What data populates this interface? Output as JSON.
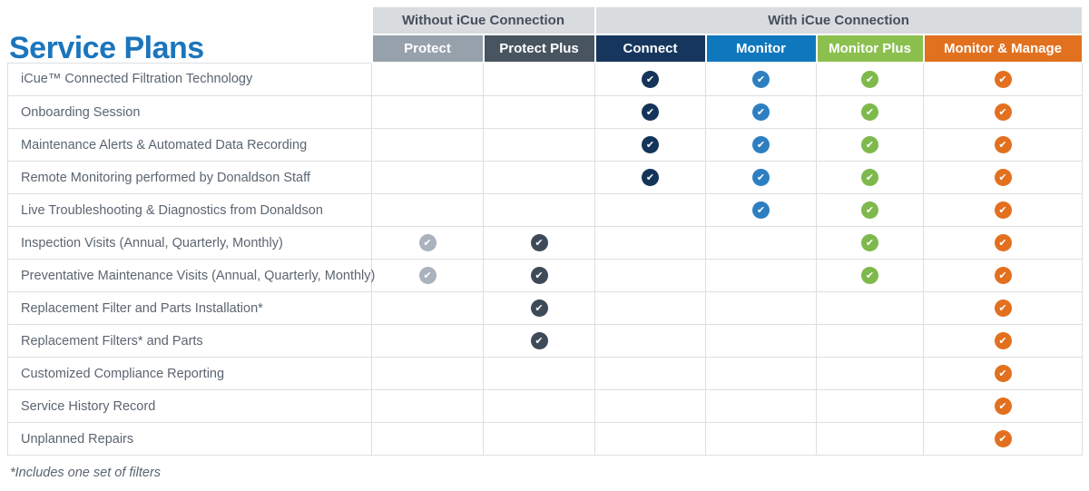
{
  "title": "Service Plans",
  "footnote": "*Includes one set of filters",
  "colors": {
    "title_blue": "#1b75bc",
    "group_header_bg": "#d9dcdf",
    "group_header_text": "#454f5b",
    "row_label_text": "#5b6570",
    "grid_line": "#dcdfe2"
  },
  "icons": {
    "check": "✔"
  },
  "table": {
    "group_headers": [
      {
        "label": "Without iCue Connection",
        "span": 2
      },
      {
        "label": "With iCue Connection",
        "span": 4
      }
    ],
    "plans": [
      {
        "label": "Protect",
        "header_color": "#97a1ac",
        "check_color": "#a9b2bd"
      },
      {
        "label": "Protect Plus",
        "header_color": "#48545f",
        "check_color": "#3d4a57"
      },
      {
        "label": "Connect",
        "header_color": "#16365e",
        "check_color": "#143459"
      },
      {
        "label": "Monitor",
        "header_color": "#0f78bd",
        "check_color": "#2d7fc1"
      },
      {
        "label": "Monitor Plus",
        "header_color": "#8bc04f",
        "check_color": "#7eb94c"
      },
      {
        "label": "Monitor & Manage",
        "header_color": "#e2711f",
        "check_color": "#e2701f"
      }
    ],
    "rows": [
      {
        "label": "iCue™ Connected Filtration Technology",
        "checks": [
          false,
          false,
          true,
          true,
          true,
          true
        ]
      },
      {
        "label": "Onboarding Session",
        "checks": [
          false,
          false,
          true,
          true,
          true,
          true
        ]
      },
      {
        "label": "Maintenance Alerts & Automated Data Recording",
        "checks": [
          false,
          false,
          true,
          true,
          true,
          true
        ]
      },
      {
        "label": "Remote Monitoring performed by Donaldson Staff",
        "checks": [
          false,
          false,
          true,
          true,
          true,
          true
        ]
      },
      {
        "label": "Live Troubleshooting & Diagnostics from Donaldson",
        "checks": [
          false,
          false,
          false,
          true,
          true,
          true
        ]
      },
      {
        "label": "Inspection Visits (Annual, Quarterly, Monthly)",
        "checks": [
          true,
          true,
          false,
          false,
          true,
          true
        ]
      },
      {
        "label": "Preventative Maintenance Visits (Annual, Quarterly, Monthly)",
        "checks": [
          true,
          true,
          false,
          false,
          true,
          true
        ]
      },
      {
        "label": "Replacement Filter and Parts Installation*",
        "checks": [
          false,
          true,
          false,
          false,
          false,
          true
        ]
      },
      {
        "label": "Replacement Filters* and Parts",
        "checks": [
          false,
          true,
          false,
          false,
          false,
          true
        ]
      },
      {
        "label": "Customized Compliance Reporting",
        "checks": [
          false,
          false,
          false,
          false,
          false,
          true
        ]
      },
      {
        "label": "Service History Record",
        "checks": [
          false,
          false,
          false,
          false,
          false,
          true
        ]
      },
      {
        "label": "Unplanned Repairs",
        "checks": [
          false,
          false,
          false,
          false,
          false,
          true
        ]
      }
    ]
  }
}
